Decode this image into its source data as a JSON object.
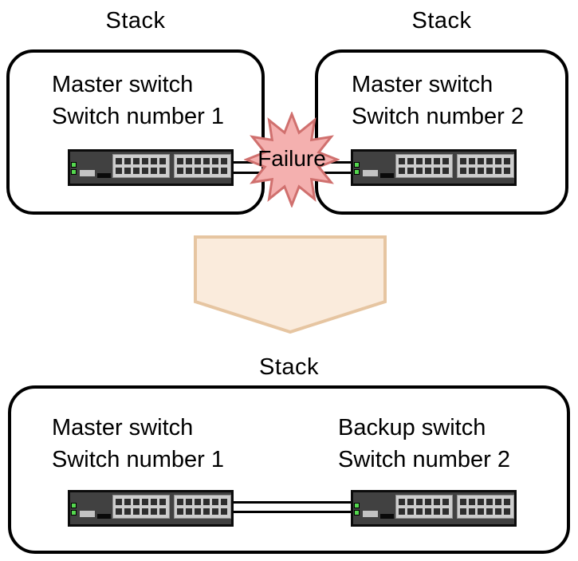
{
  "colors": {
    "burst_fill": "#f4b0af",
    "burst_stroke": "#d0706e",
    "arrow_fill": "#faebdc",
    "arrow_stroke": "#e6c5a1",
    "led_green": "#55d84f",
    "switch_body": "#414141",
    "panel_gray": "#cdcdcd",
    "port_dark": "#2e2e2e"
  },
  "before": {
    "left_stack": {
      "title": "Stack",
      "role": "Master switch",
      "number": "Switch number 1"
    },
    "right_stack": {
      "title": "Stack",
      "role": "Master switch",
      "number": "Switch number 2"
    },
    "failure_label": "Failure"
  },
  "after": {
    "stack_title": "Stack",
    "left_switch": {
      "role": "Master switch",
      "number": "Switch number 1"
    },
    "right_switch": {
      "role": "Backup switch",
      "number": "Switch number 2"
    }
  }
}
